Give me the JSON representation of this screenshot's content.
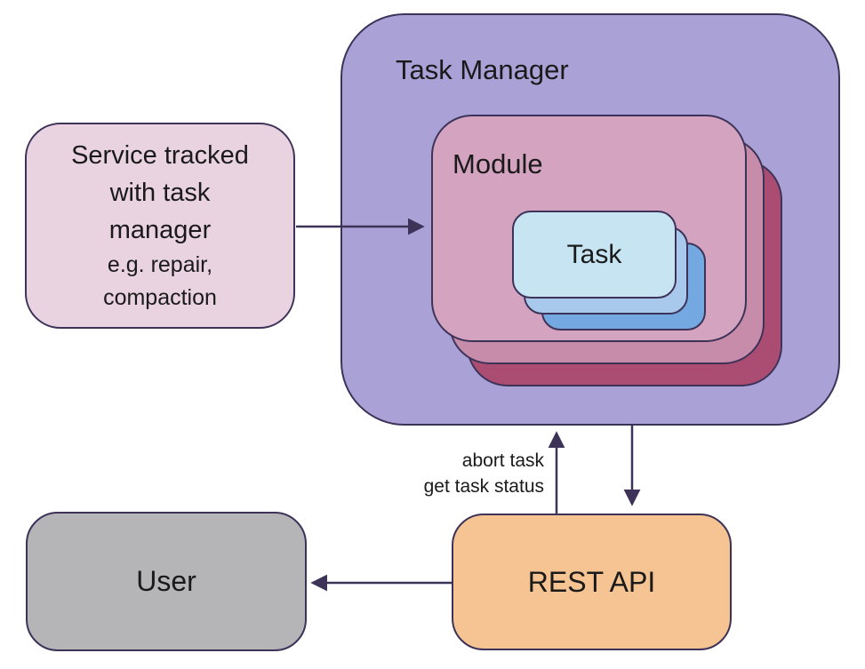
{
  "nodes": {
    "task_manager": {
      "label": "Task Manager",
      "fill": "#aaa1d6"
    },
    "module": {
      "label": "Module",
      "stack_fills": [
        "#d4a3c0",
        "#c78ca9",
        "#ab4d72"
      ]
    },
    "task": {
      "label": "Task",
      "stack_fills": [
        "#c6e4f2",
        "#a9c9ec",
        "#73a8e1"
      ]
    },
    "service": {
      "lines": [
        "Service tracked",
        "with task",
        "manager"
      ],
      "example_lines": [
        "e.g. repair,",
        "compaction"
      ],
      "fill": "#ead3e1"
    },
    "user": {
      "label": "User",
      "fill": "#b5b4b6"
    },
    "rest_api": {
      "label": "REST API",
      "fill": "#f6c493"
    }
  },
  "edges": {
    "service_to_module": {
      "from": "service",
      "to": "module"
    },
    "rest_api_to_task_manager": {
      "from": "rest_api",
      "to": "task_manager",
      "label_lines": [
        "abort task",
        "get task status"
      ]
    },
    "task_manager_to_rest_api": {
      "from": "task_manager",
      "to": "rest_api"
    },
    "rest_api_to_user": {
      "from": "rest_api",
      "to": "user"
    }
  },
  "style": {
    "border_color": "#3d3359",
    "arrow_color": "#3d3359",
    "text_color": "#1a1a1a",
    "background": "#ffffff"
  }
}
